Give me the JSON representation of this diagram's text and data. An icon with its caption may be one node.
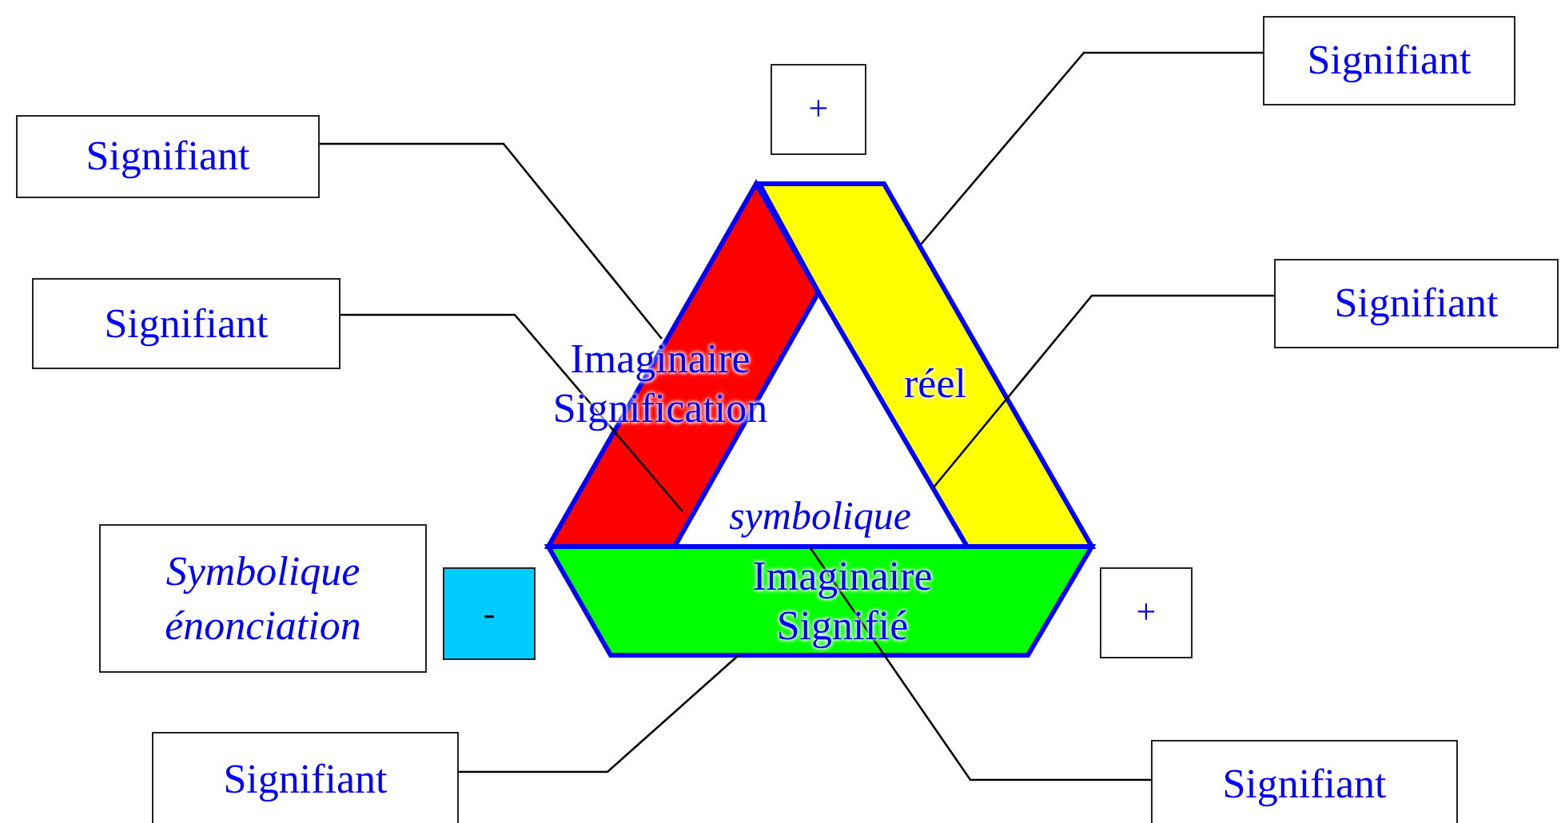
{
  "diagram": {
    "nodes": [
      {
        "text": [
          "Signifiant"
        ]
      },
      {
        "text": [
          "+"
        ]
      },
      {
        "text": [
          "Signifiant"
        ]
      },
      {
        "text": [
          "Imaginaire Signification"
        ]
      },
      {
        "text": [
          "réel"
        ]
      },
      {
        "text": [
          "Signifiant"
        ]
      },
      {
        "text": [
          "Signifiant"
        ]
      },
      {
        "text": [
          "Symbolique énonciation"
        ]
      },
      {
        "text": [
          "-"
        ]
      },
      {
        "text": [
          "Imaginaire Signifié"
        ]
      },
      {
        "text": [
          "+"
        ]
      },
      {
        "text": [
          "Signifiant"
        ]
      },
      {
        "text": [
          "Signifiant"
        ]
      }
    ],
    "edges": [
      {
        "from": 2,
        "to": 3,
        "arrow": "none"
      },
      {
        "from": 6,
        "to": 3,
        "arrow": "none"
      },
      {
        "from": 0,
        "to": 4,
        "arrow": "none"
      },
      {
        "from": 5,
        "to": 4,
        "arrow": "none"
      },
      {
        "from": 11,
        "to": 9,
        "arrow": "none"
      },
      {
        "from": 12,
        "to": 9,
        "arrow": "none"
      }
    ],
    "labels": [
      "symbolique"
    ]
  }
}
